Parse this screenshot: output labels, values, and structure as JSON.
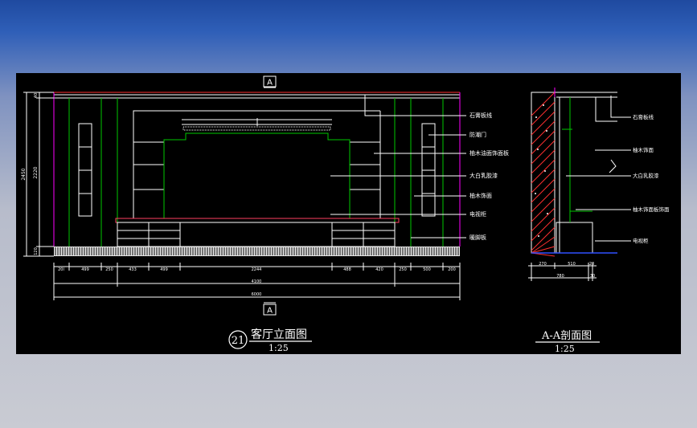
{
  "elevation": {
    "section_marker_top": "A",
    "section_marker_bottom": "A",
    "height_dims": [
      "40",
      "2220",
      "2450",
      "120"
    ],
    "dims_row1": [
      "20l",
      "499",
      "250",
      "433",
      "499",
      "2244",
      "488",
      "420",
      "250",
      "500",
      "200"
    ],
    "dims_row2": "4100",
    "dims_row3": "6000",
    "callouts": [
      "石膏板线",
      "防潮门",
      "柚木油面饰面板",
      "大白乳胶漆",
      "柚木饰面",
      "电视柜",
      "暖脚板"
    ],
    "drawing_number": "21",
    "title": "客厅立面图",
    "scale": "1:25"
  },
  "section": {
    "callouts": [
      "石膏板线",
      "柚木饰面",
      "大白乳胶漆",
      "柚木饰面板饰面",
      "电视柜"
    ],
    "dims_row1": [
      "270",
      "510",
      "20"
    ],
    "dims_row2": [
      "780",
      "30"
    ],
    "title": "A-A剖面图",
    "scale": "1:25"
  },
  "colors": {
    "background": "#000000",
    "line_white": "#ffffff",
    "line_green": "#00c800",
    "line_magenta": "#ff00ff",
    "line_red": "#ff3030",
    "line_blue": "#3050ff",
    "desktop_top": "#2f5fb8",
    "desktop_bottom": "#c9cbd3"
  }
}
